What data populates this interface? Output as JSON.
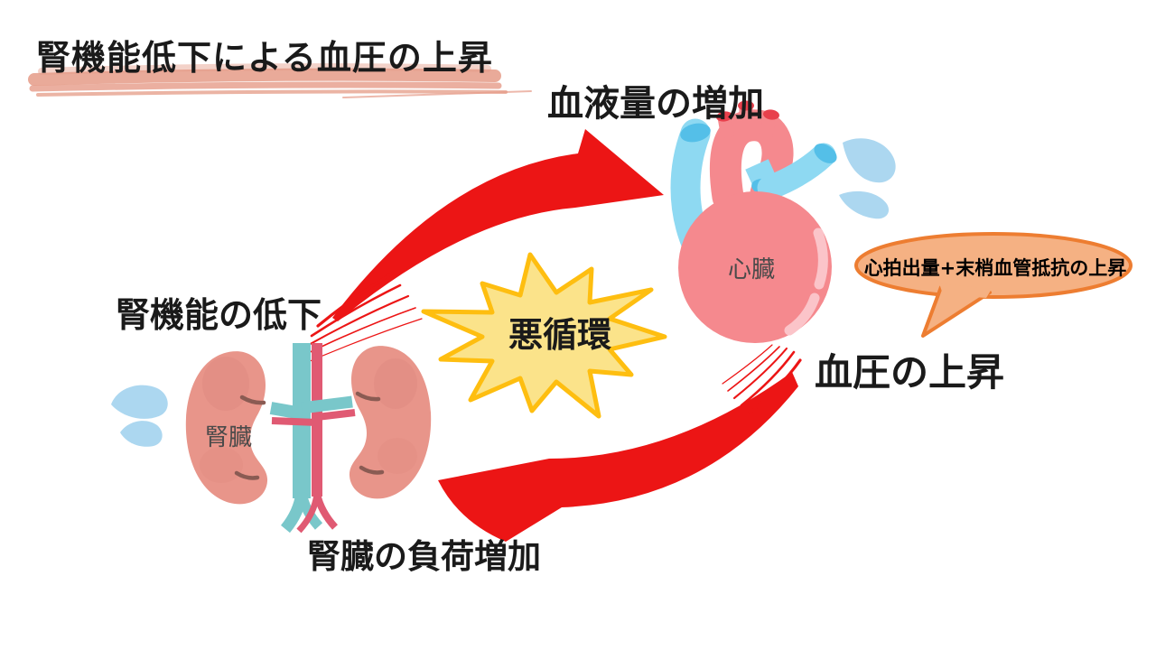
{
  "slide": {
    "title": "腎機能低下による血圧の上昇"
  },
  "diagram": {
    "top_label": "血液量の増加",
    "right_bubble": "心拍出量+末梢血管抵抗の上昇",
    "right_label": "血圧の上昇",
    "left_label": "腎機能の低下",
    "bottom_label": "腎臓の負荷増加",
    "center_label": "悪循環",
    "heart_label": "心臓",
    "kidney_label": "腎臓"
  },
  "colors": {
    "arrow_red": "#EC1515",
    "starburst_fill": "#FBE38A",
    "starburst_border": "#FEBE10",
    "bubble_fill": "#F5B183",
    "bubble_border": "#ED7D31",
    "heart_pink": "#F5898E",
    "heart_highlight": "#FBC4C9",
    "vessel_blue": "#8ED9F2",
    "vessel_blue_dark": "#54BFE8",
    "aorta_cut_red": "#E8404C",
    "kidney_pink": "#E8958A",
    "kidney_shade": "#D98379",
    "vein_teal": "#79C7CA",
    "artery_red": "#E05A73",
    "hilum_brown": "#8A5B53",
    "drop_blue": "#ACD7F0",
    "underline_salmon": "#E2907A",
    "text_black": "#1a1a1a",
    "organ_label_gray": "#4a4a4a"
  }
}
